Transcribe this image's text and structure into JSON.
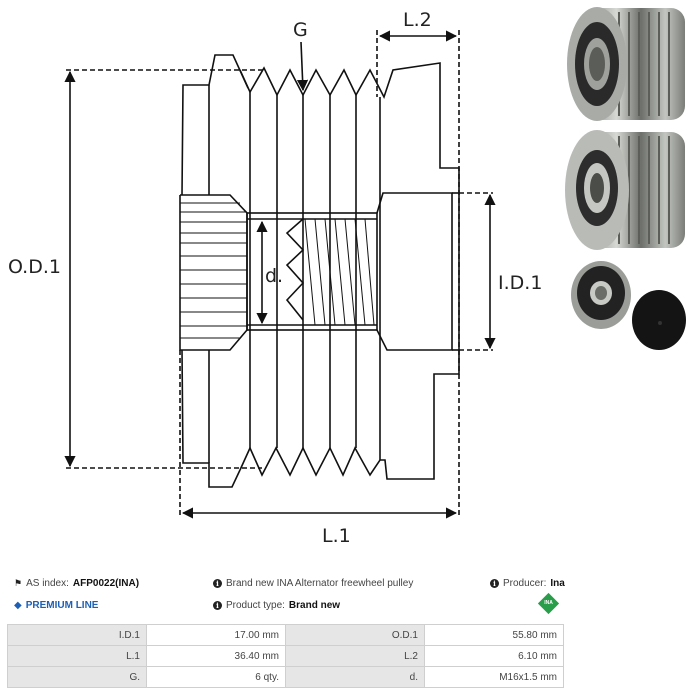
{
  "diagram": {
    "labels": {
      "groove": "G",
      "l2": "L.2",
      "od1": "O.D.1",
      "id1": "I.D.1",
      "thread_d": "d.",
      "l1": "L.1"
    }
  },
  "photos": [
    {
      "name": "pulley-photo-front",
      "description": "freewheel pulley, splined side"
    },
    {
      "name": "pulley-photo-rear",
      "description": "freewheel pulley, bearing side"
    },
    {
      "name": "pulley-photo-with-cap",
      "description": "pulley with black protective cap"
    }
  ],
  "info": {
    "as_index_label": "AS index:",
    "as_index_value": "AFP0022(INA)",
    "premium_line": "PREMIUM LINE",
    "description": "Brand new INA Alternator freewheel pulley",
    "product_type_label": "Product type:",
    "product_type_value": "Brand new",
    "producer_label": "Producer:",
    "producer_value": "Ina",
    "producer_logo_text": "INA",
    "icons": {
      "tag": "tag-icon",
      "diamond": "diamond-icon",
      "info": "info-icon",
      "logo": "ina-logo"
    },
    "colors": {
      "premium": "#1d5fb4",
      "ina_green": "#2a9d4b",
      "label_cell": "#e6e6e6"
    }
  },
  "specs": [
    {
      "label1": "I.D.1",
      "value1": "17.00 mm",
      "label2": "O.D.1",
      "value2": "55.80 mm"
    },
    {
      "label1": "L.1",
      "value1": "36.40 mm",
      "label2": "L.2",
      "value2": "6.10 mm"
    },
    {
      "label1": "G.",
      "value1": "6 qty.",
      "label2": "d.",
      "value2": "M16x1.5 mm"
    }
  ]
}
